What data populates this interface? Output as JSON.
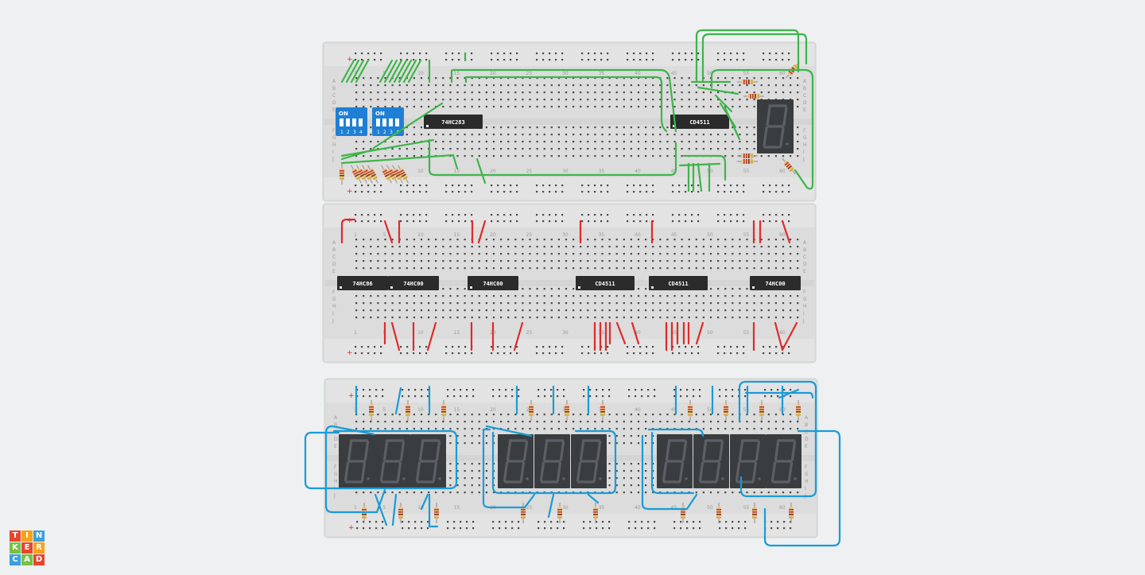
{
  "app": {
    "name": "Tinkercad",
    "logo_letters": [
      "T",
      "I",
      "N",
      "K",
      "E",
      "R",
      "C",
      "A",
      "D"
    ],
    "logo_colors": [
      "#e8452d",
      "#f5a21b",
      "#3aa0dd",
      "#7ac143",
      "#e8452d",
      "#f5a21b",
      "#3aa0dd",
      "#7ac143",
      "#e8452d"
    ]
  },
  "breadboards": {
    "row_letters_top": [
      "A",
      "B",
      "C",
      "D",
      "E"
    ],
    "row_letters_bottom": [
      "F",
      "G",
      "H",
      "I",
      "J"
    ],
    "column_numbers": [
      "1",
      "5",
      "10",
      "15",
      "20",
      "25",
      "30",
      "35",
      "40",
      "45",
      "50",
      "55",
      "60"
    ],
    "rail_plus": "+",
    "rail_minus": "−"
  },
  "board1": {
    "dip_switches": [
      {
        "on_label": "ON",
        "numbers": [
          "1",
          "2",
          "3",
          "4"
        ]
      },
      {
        "on_label": "ON",
        "numbers": [
          "1",
          "2",
          "3",
          "4"
        ]
      }
    ],
    "chips": [
      "74HC283",
      "CD4511"
    ]
  },
  "board2": {
    "chips": [
      "74HC86",
      "74HC00",
      "74HC00",
      "CD4511",
      "CD4511",
      "74HC00"
    ]
  },
  "colors": {
    "green_wire": "#3db54a",
    "red_wire": "#e02a2a",
    "blue_wire": "#1a9bd7",
    "dip": "#1f7fd4"
  }
}
